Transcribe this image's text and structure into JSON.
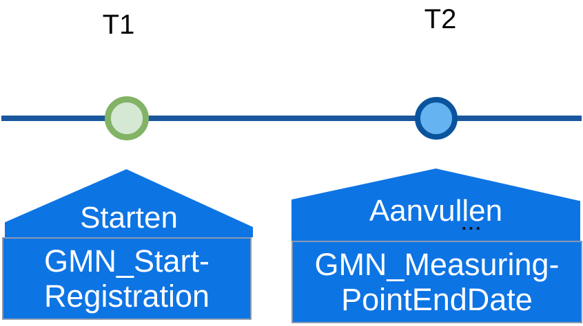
{
  "timeline": {
    "t1": {
      "time_label": "T1",
      "action": "Starten",
      "code_line1": "GMN_Start-",
      "code_line2": "Registration",
      "marker_ring_color": "#82b366",
      "marker_fill_color": "#d5e8d4"
    },
    "t2": {
      "time_label": "T2",
      "action": "Aanvullen",
      "ellipsis": "...",
      "code_line1": "GMN_Measuring-",
      "code_line2": "PointEndDate",
      "marker_ring_color": "#0a549e",
      "marker_fill_color": "#66b3f2"
    },
    "colors": {
      "axis_line": "#1a579e",
      "callout_fill": "#0d74e4",
      "code_box_border": "#8a9ab0",
      "callout_text": "#ffffff",
      "time_label_text": "#000000",
      "ellipsis_text": "#111111"
    }
  }
}
